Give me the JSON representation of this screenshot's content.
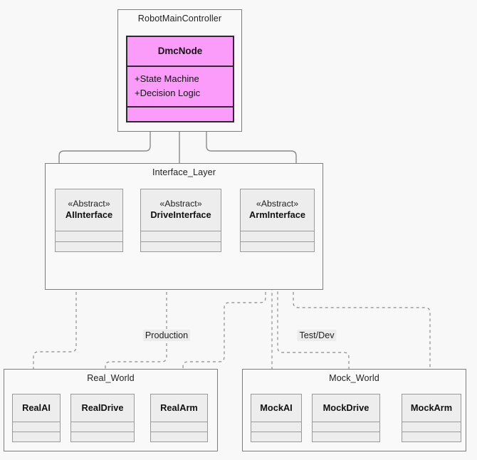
{
  "diagram": {
    "type": "uml-class-diagram",
    "background_color": "#f8f8f8",
    "accent_color": "#fb9cfb",
    "box_fill": "#ededed",
    "border_color": "#9a9a9a",
    "package_border_color": "#7d7d7d",
    "edge_color": "#8a8a8a"
  },
  "controller_package": {
    "title": "RobotMainController",
    "node": {
      "name": "DmcNode",
      "attributes": [
        "+State Machine",
        "+Decision Logic"
      ],
      "operations": []
    }
  },
  "interface_package": {
    "title": "Interface_Layer",
    "stereotype": "«Abstract»",
    "interfaces": [
      {
        "stereotype": "«Abstract»",
        "name": "AIInterface"
      },
      {
        "stereotype": "«Abstract»",
        "name": "DriveInterface"
      },
      {
        "stereotype": "«Abstract»",
        "name": "ArmInterface"
      }
    ]
  },
  "real_package": {
    "title": "Real_World",
    "edge_label": "Production",
    "classes": [
      {
        "name": "RealAI"
      },
      {
        "name": "RealDrive"
      },
      {
        "name": "RealArm"
      }
    ]
  },
  "mock_package": {
    "title": "Mock_World",
    "edge_label": "Test/Dev",
    "classes": [
      {
        "name": "MockAI"
      },
      {
        "name": "MockDrive"
      },
      {
        "name": "MockArm"
      }
    ]
  }
}
